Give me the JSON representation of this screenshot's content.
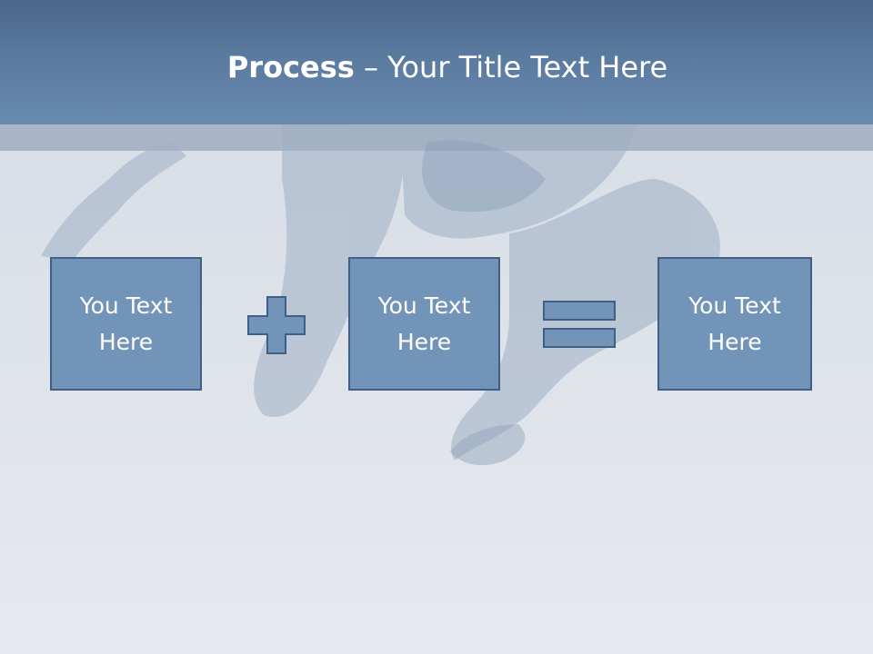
{
  "slide": {
    "title_bold": "Process",
    "title_rest": " – Your Title Text Here"
  },
  "process": {
    "boxes": [
      {
        "text": "You Text Here"
      },
      {
        "text": "You Text Here"
      },
      {
        "text": "You Text Here"
      }
    ],
    "operators": [
      "plus",
      "equals"
    ]
  },
  "colors": {
    "header": "#5b7aa0",
    "header_strip": "#a9b5c6",
    "box_fill": "#7394b9",
    "box_border": "#3f5f86",
    "background": "#dde2e9"
  }
}
